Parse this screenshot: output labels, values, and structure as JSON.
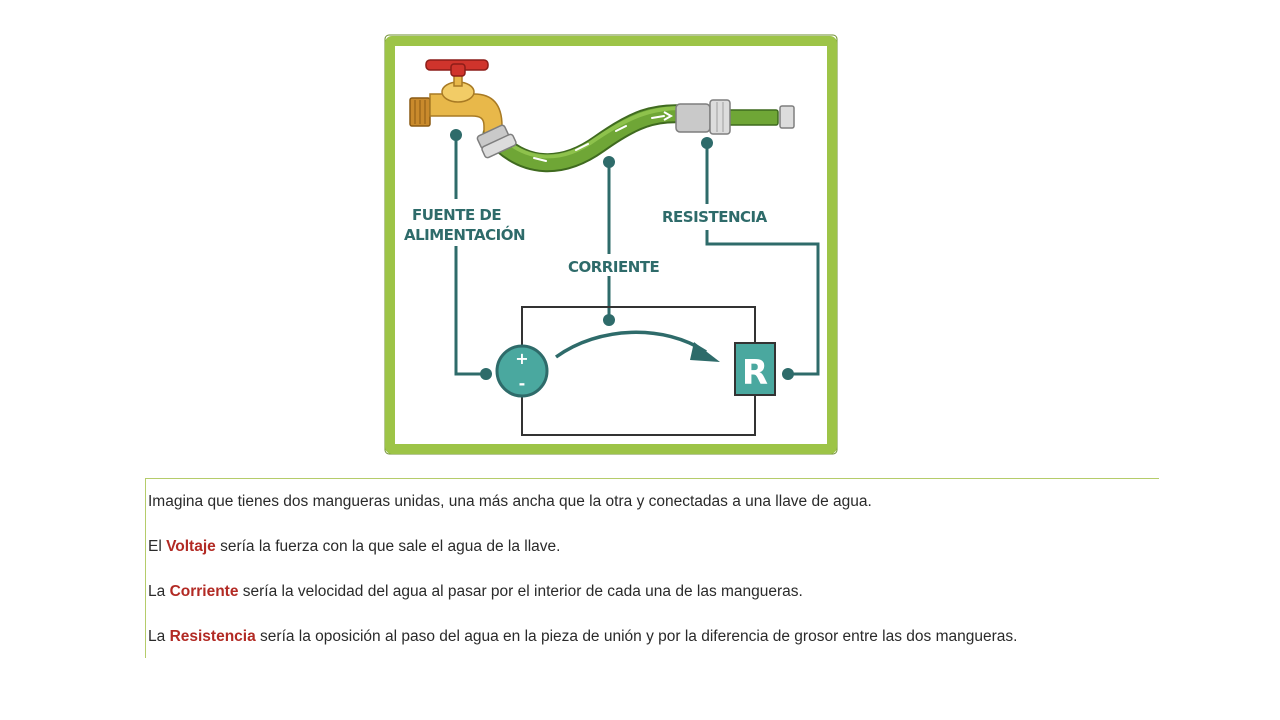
{
  "diagram": {
    "labels": {
      "fuente_line1": "FUENTE DE",
      "fuente_line2": "ALIMENTACIÓN",
      "corriente": "CORRIENTE",
      "resistencia": "RESISTENCIA",
      "resistor_symbol": "R",
      "plus_sign": "+",
      "minus_sign": "-"
    },
    "colors": {
      "frame": "#9dc447",
      "teal": "#2e6b6a",
      "battery": "#4aa89f",
      "hose": "#6fa636",
      "faucet": "#e8b84a",
      "handle": "#d0342c",
      "circuit": "#333333"
    },
    "icons": [
      "faucet-icon",
      "hose-icon",
      "battery-icon",
      "resistor-icon",
      "current-arrow-icon"
    ]
  },
  "text": {
    "p1": "Imagina que tienes dos mangueras unidas, una más ancha que la otra y conectadas a una llave de agua.",
    "p2_pre": "El ",
    "p2_term": "Voltaje",
    "p2_post": " sería la fuerza con la que sale el agua de la llave.",
    "p3_pre": "La ",
    "p3_term": "Corriente",
    "p3_post": " sería la velocidad del agua al pasar por el interior de cada una de las mangueras.",
    "p4_pre": "La ",
    "p4_term": "Resistencia",
    "p4_post": " sería la oposición al paso del agua en la pieza de unión y por la diferencia de grosor entre las dos mangueras.",
    "term_color": "#b22a24"
  }
}
